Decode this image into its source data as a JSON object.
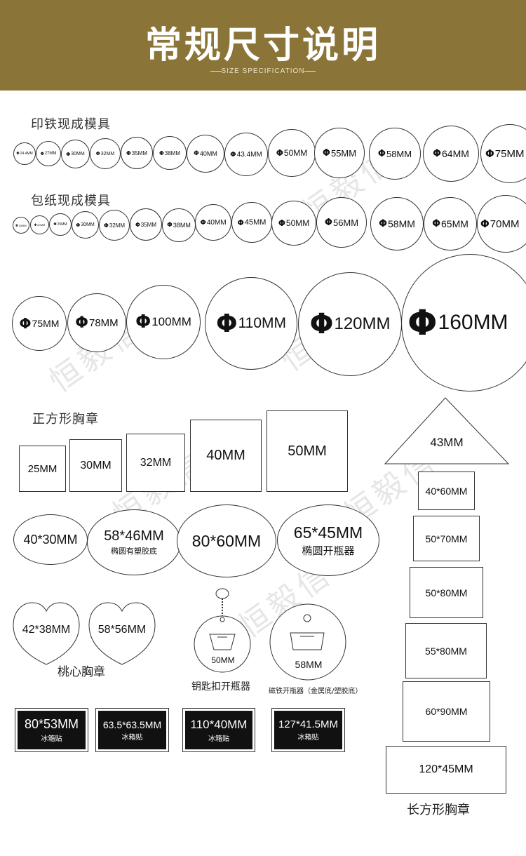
{
  "header": {
    "title": "常规尺寸说明",
    "subtitle": "SIZE SPECIFICATION"
  },
  "watermark": "恒毅信",
  "sections": {
    "tinplate": "印铁现成模具",
    "paper": "包纸现成模具",
    "square": "正方形胸章",
    "heart": "桃心胸章",
    "keychain": "钥匙扣开瓶器",
    "magnet_opener": "磁铁开瓶器（金属底/塑胶底）",
    "rect": "长方形胸章"
  },
  "phi_symbol": "Φ",
  "tinplate_sizes": [
    "24.4MM",
    "27MM",
    "30MM",
    "32MM",
    "35MM",
    "38MM",
    "40MM",
    "43.4MM",
    "50MM",
    "55MM",
    "58MM",
    "64MM",
    "75MM"
  ],
  "paper_sizes": [
    "15MM",
    "20MM",
    "25MM",
    "30MM",
    "32MM",
    "35MM",
    "38MM",
    "40MM",
    "45MM",
    "50MM",
    "56MM",
    "58MM",
    "65MM",
    "70MM"
  ],
  "large_sizes": [
    "75MM",
    "78MM",
    "100MM",
    "110MM",
    "120MM",
    "160MM"
  ],
  "square_sizes": [
    "25MM",
    "30MM",
    "32MM",
    "40MM",
    "50MM"
  ],
  "triangle_size": "43MM",
  "ovals": [
    {
      "size": "40*30MM",
      "note": ""
    },
    {
      "size": "58*46MM",
      "note": "椭圆有塑胶底"
    },
    {
      "size": "80*60MM",
      "note": ""
    },
    {
      "size": "65*45MM",
      "note": "椭圆开瓶器"
    }
  ],
  "hearts": [
    "42*38MM",
    "58*56MM"
  ],
  "openers": [
    "50MM",
    "58MM"
  ],
  "fridge_magnets": [
    {
      "size": "80*53MM",
      "note": "冰箱贴"
    },
    {
      "size": "63.5*63.5MM",
      "note": "冰箱贴"
    },
    {
      "size": "110*40MM",
      "note": "冰箱贴"
    },
    {
      "size": "127*41.5MM",
      "note": "冰箱贴"
    }
  ],
  "rect_sizes": [
    "40*60MM",
    "50*70MM",
    "50*80MM",
    "55*80MM",
    "60*90MM",
    "120*45MM"
  ]
}
